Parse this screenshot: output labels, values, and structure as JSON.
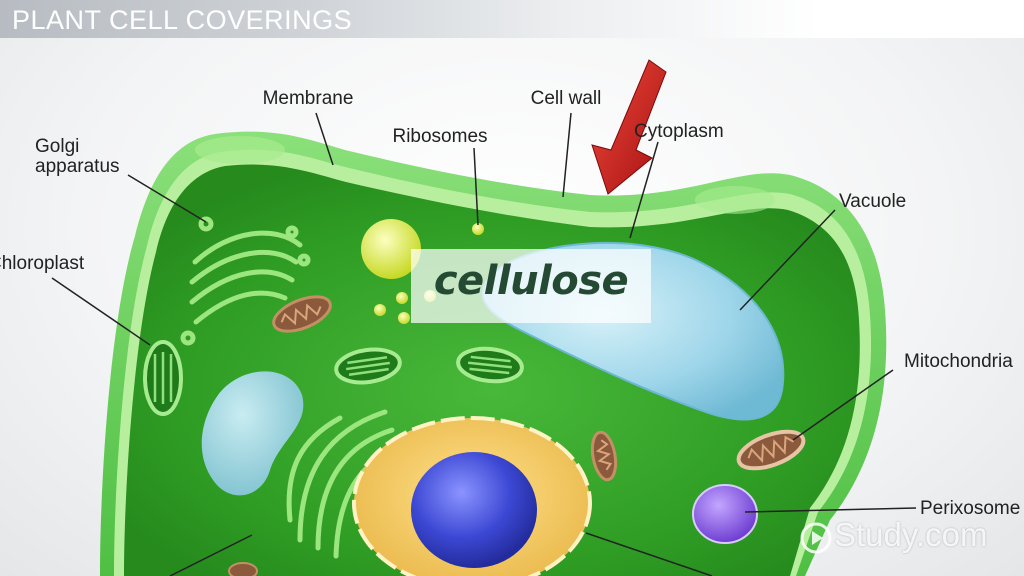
{
  "title": "PLANT CELL COVERINGS",
  "labels": {
    "membrane": "Membrane",
    "cell_wall": "Cell wall",
    "ribosomes": "Ribosomes",
    "cytoplasm": "Cytoplasm",
    "golgi": [
      "Golgi",
      "apparatus"
    ],
    "chloroplast": "Chloroplast",
    "vacuole": "Vacuole",
    "mitochondria": "Mitochondria",
    "perixosome": "Perixosome"
  },
  "callout": "cellulose",
  "watermark": "Study.com",
  "colors": {
    "cell_wall": "#5ccb4c",
    "cytoplasm": "#2f9d24",
    "vacuole": "#9fd6ea",
    "nucleus": "#3c48d4",
    "arrow": "#c8171a"
  }
}
